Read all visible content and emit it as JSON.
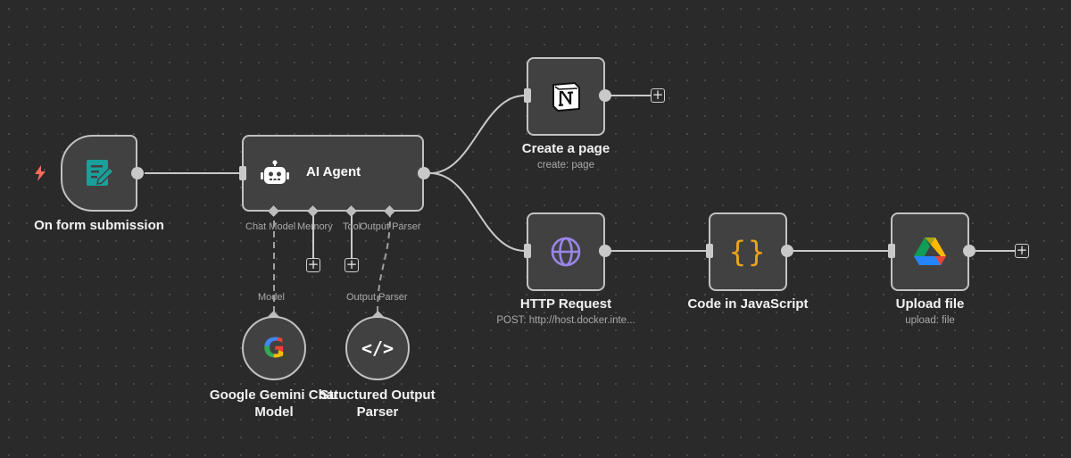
{
  "colors": {
    "canvas": "#2a2a2a",
    "node_fill": "#414141",
    "node_border": "#c2c2c2",
    "edge": "#c9c9c9",
    "trigger_bolt": "#ff6d5a",
    "form_icon": "#1aa09a",
    "globe_icon": "#9a86e8",
    "braces_icon": "#f0a21d"
  },
  "nodes": {
    "form_trigger": {
      "label": "On form submission",
      "icon": "form-icon"
    },
    "ai_agent": {
      "label": "AI Agent",
      "icon": "robot-icon",
      "ports": {
        "chat_model": "Chat Model",
        "memory": "Memory",
        "tool": "Tool",
        "output_parser": "Output Parser"
      }
    },
    "notion": {
      "label": "Create a page",
      "subtitle": "create: page",
      "icon": "notion-icon"
    },
    "http": {
      "label": "HTTP Request",
      "subtitle": "POST: http://host.docker.inte...",
      "icon": "globe-icon"
    },
    "code": {
      "label": "Code in JavaScript",
      "icon": "braces-icon",
      "glyph": "{}"
    },
    "gdrive": {
      "label": "Upload file",
      "subtitle": "upload: file",
      "icon": "google-drive-icon"
    },
    "gemini": {
      "label_line1": "Google Gemini Chat",
      "label_line2": "Model",
      "port_label": "Model",
      "icon": "google-g-icon",
      "glyph": "G"
    },
    "parser": {
      "label_line1": "Structured Output",
      "label_line2": "Parser",
      "port_label": "Output Parser",
      "icon": "code-icon",
      "glyph": "</>"
    }
  },
  "plus_symbol": "+"
}
